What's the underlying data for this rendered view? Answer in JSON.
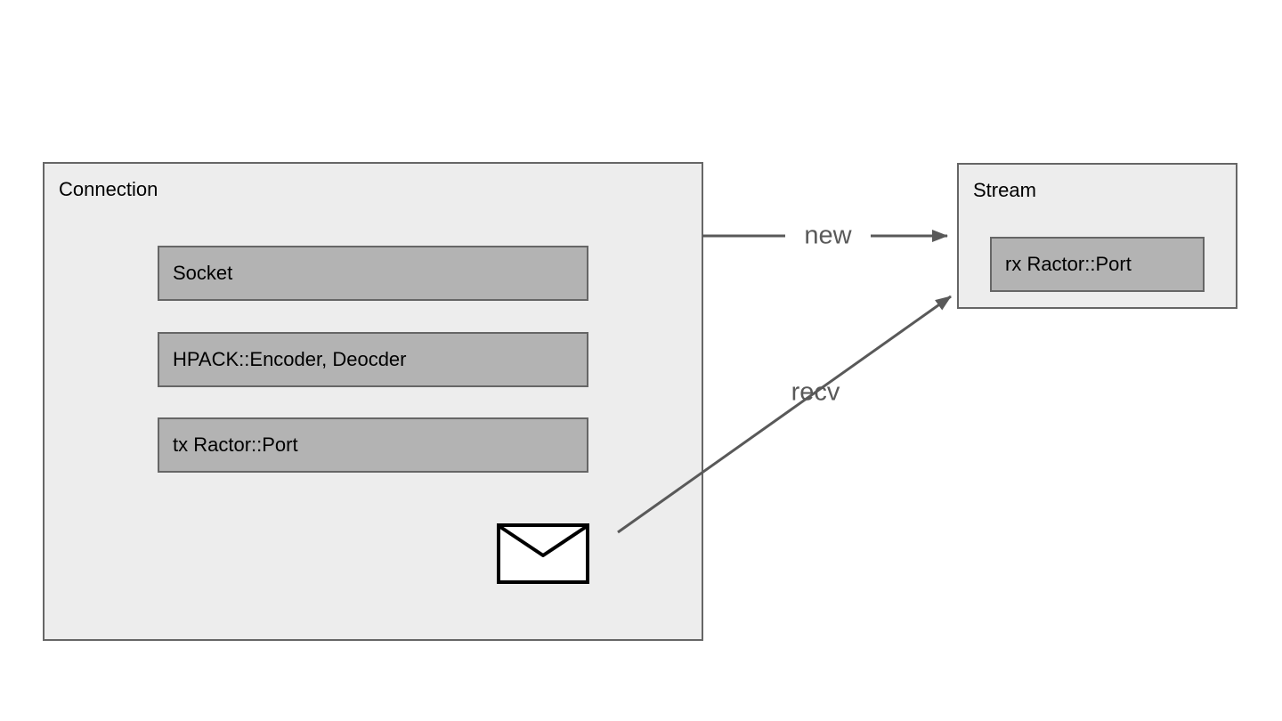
{
  "diagram": {
    "connection": {
      "title": "Connection",
      "items": [
        {
          "label": "Socket"
        },
        {
          "label": "HPACK::Encoder, Deocder"
        },
        {
          "label": "tx Ractor::Port"
        }
      ]
    },
    "stream": {
      "title": "Stream",
      "items": [
        {
          "label": "rx Ractor::Port"
        }
      ]
    },
    "edges": [
      {
        "label": "new"
      },
      {
        "label": "recv"
      }
    ],
    "icons": {
      "message": "envelope-icon"
    },
    "colors": {
      "background": "#ffffff",
      "container_fill": "#ededed",
      "container_border": "#666666",
      "node_fill": "#b3b3b3",
      "node_border": "#666666",
      "node_text": "#000000",
      "edge_stroke": "#595959",
      "edge_label_text": "#595959",
      "envelope_fill": "#ffffff",
      "envelope_stroke": "#000000"
    }
  }
}
